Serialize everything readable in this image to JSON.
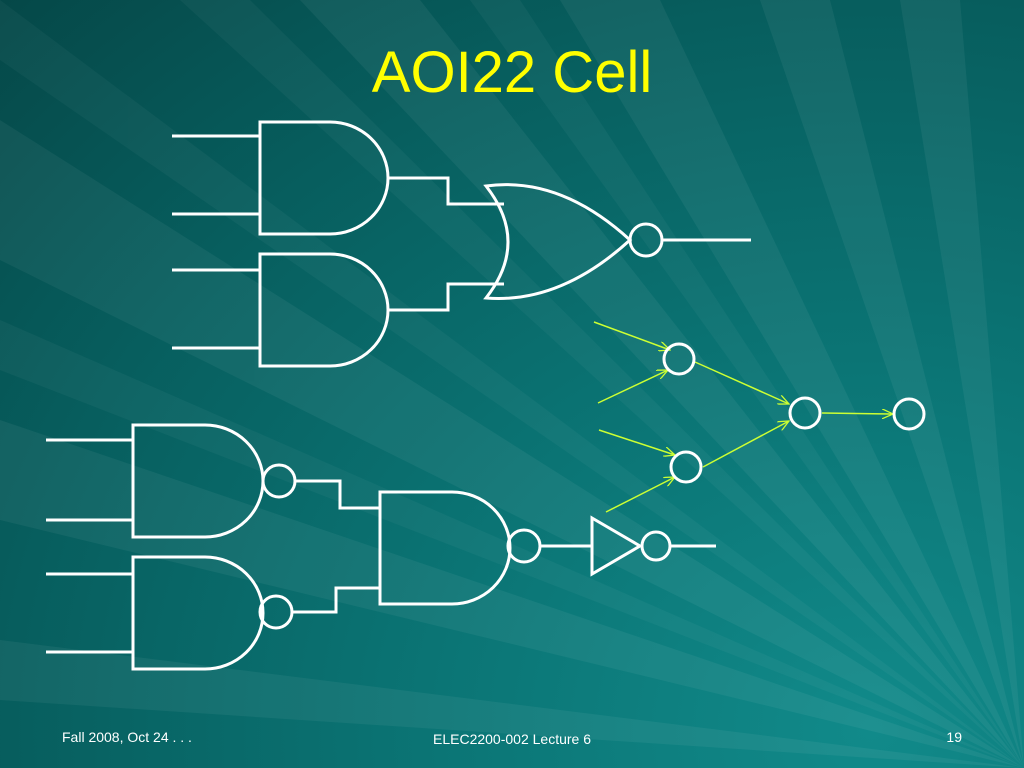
{
  "slide": {
    "title": "AOI22 Cell"
  },
  "footer": {
    "left": "Fall 2008, Oct 24 . . .",
    "center": "ELEC2200-002 Lecture 6",
    "right": "19"
  },
  "colors": {
    "background": "#0b7575",
    "title": "#ffff00",
    "gate_lines": "#ffffff",
    "graph_arrows": "#ccff33"
  }
}
